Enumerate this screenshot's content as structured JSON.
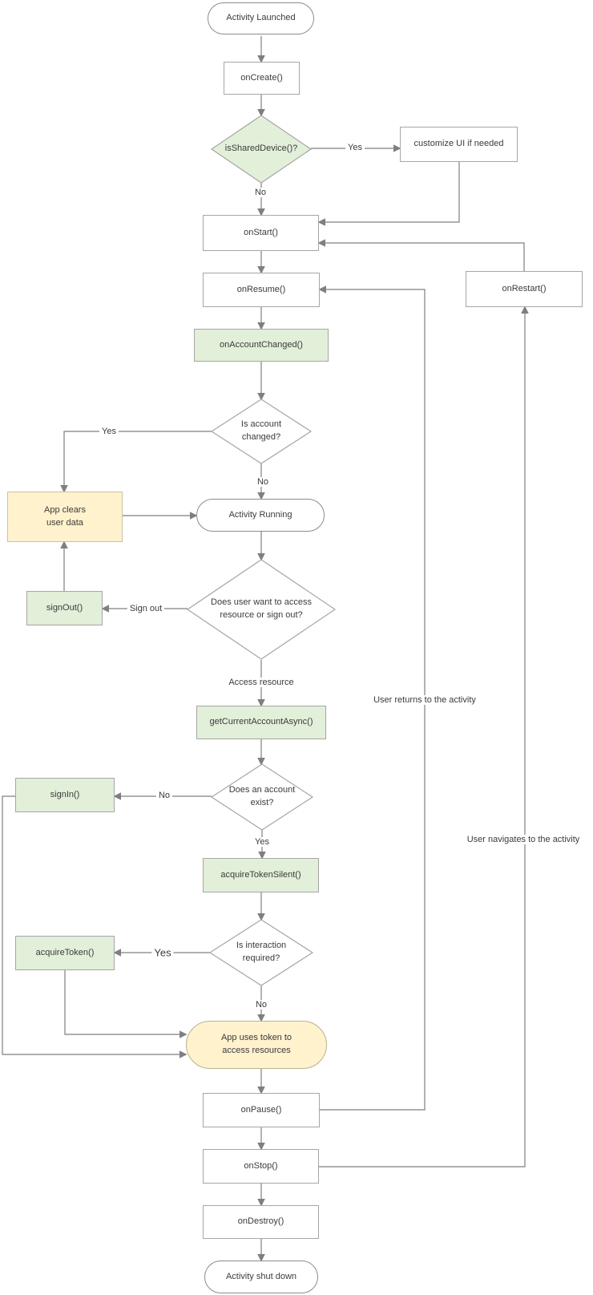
{
  "nodes": {
    "activity_launched": "Activity Launched",
    "oncreate": "onCreate()",
    "isshareddevice": "isSharedDevice()?",
    "customize_ui": "customize UI if needed",
    "onstart": "onStart()",
    "onresume": "onResume()",
    "onrestart": "onRestart()",
    "onaccountchanged": "onAccountChanged()",
    "is_account_changed": "Is account\nchanged?",
    "app_clears": "App clears\nuser data",
    "activity_running": "Activity Running",
    "signout": "signOut()",
    "does_user_want": "Does user want to access\nresource or sign out?",
    "getcurrentaccountasync": "getCurrentAccountAsync()",
    "does_account_exist": "Does an account\nexist?",
    "signin": "signIn()",
    "acquiretokensilent": "acquireTokenSilent()",
    "is_interaction_required": "Is interaction\nrequired?",
    "acquiretoken": "acquireToken()",
    "app_uses_token": "App uses token to\naccess resources",
    "onpause": "onPause()",
    "onstop": "onStop()",
    "ondestroy": "onDestroy()",
    "activity_shutdown": "Activity shut down"
  },
  "labels": {
    "branch_shared_yes": "Yes",
    "branch_shared_no": "No",
    "branch_changed_yes": "Yes",
    "branch_changed_no": "No",
    "branch_sign_out": "Sign out",
    "branch_access_resource": "Access resource",
    "branch_exist_no": "No",
    "branch_exist_yes": "Yes",
    "branch_interaction_yes": "Yes",
    "branch_interaction_no": "No",
    "note_user_returns": "User returns to the activity",
    "note_user_navigates": "User navigates to the activity"
  },
  "colors": {
    "green_fill": "#e2efd9",
    "yellow_fill": "#fff2cc",
    "node_border": "#a6a6a6",
    "line": "#7f7f7f",
    "text": "#3b3b3b",
    "background": "#ffffff"
  }
}
